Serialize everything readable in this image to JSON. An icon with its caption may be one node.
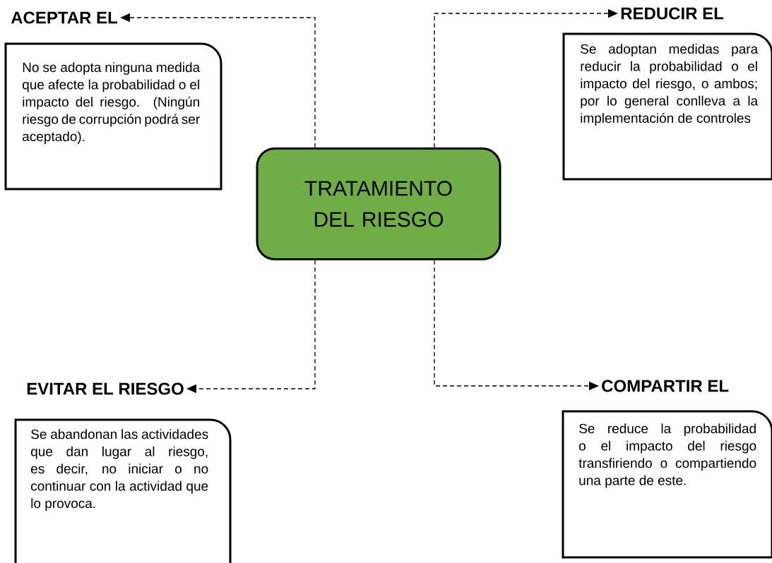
{
  "diagram": {
    "nodes": [
      {
        "text": [
          "ACEPTAR EL",
          "No se adopta ninguna medida que afecte la probabilidad o el impacto del riesgo. (Ningún riesgo de corrupción podrá ser aceptado)."
        ]
      },
      {
        "text": [
          "REDUCIR EL",
          "Se adoptan medidas para reducir la probabilidad o el impacto del riesgo, o ambos; por lo general conlleva a la implementación de controles"
        ]
      },
      {
        "text": [
          "TRATAMIENTO DEL RIESGO"
        ]
      },
      {
        "text": [
          "EVITAR EL RIESGO",
          "Se abandonan las actividades que dan lugar al riesgo, es decir, no iniciar o no continuar con la actividad que lo provoca."
        ]
      },
      {
        "text": [
          "COMPARTIR EL",
          "Se reduce la probabilidad o el impacto del riesgo transfiriendo o compartiendo una parte de este."
        ]
      }
    ],
    "edges": [
      {
        "from": 2,
        "to": 0,
        "arrow": "to",
        "style": "dashed"
      },
      {
        "from": 2,
        "to": 1,
        "arrow": "to",
        "style": "dashed"
      },
      {
        "from": 2,
        "to": 3,
        "arrow": "to",
        "style": "dashed"
      },
      {
        "from": 2,
        "to": 4,
        "arrow": "to",
        "style": "dashed"
      }
    ]
  }
}
